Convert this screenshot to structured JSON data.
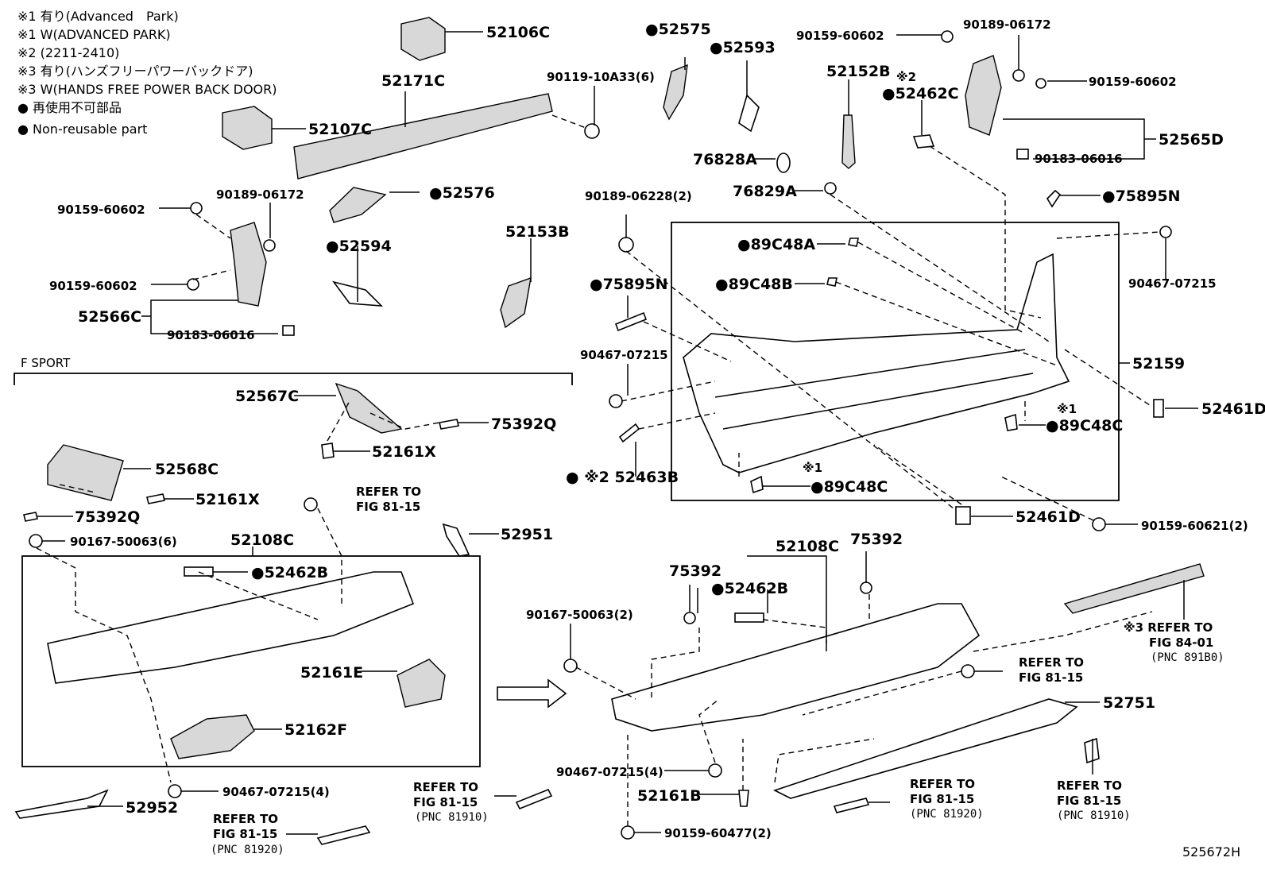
{
  "legend": [
    "※1 有り(Advanced　Park)",
    "※1 W(ADVANCED PARK)",
    "※2 (2211-2410)",
    "※3 有り(ハンズフリーパワーバックドア)",
    "※3 W(HANDS FREE POWER BACK DOOR)",
    "● 再使用不可部品",
    "● Non-reusable part"
  ],
  "section_title": "F SPORT",
  "diagram_id": "525672H",
  "labels": {
    "p52106C": "52106C",
    "p52107C": "52107C",
    "p52171C": "52171C",
    "p90119": "90119-10A33(6)",
    "p52575": "●52575",
    "p52593": "●52593",
    "p90159a": "90159-60602",
    "p90189a": "90189-06172",
    "p90159b": "90159-60602",
    "p52565D": "52565D",
    "p90183a": "90183-06016",
    "p52152B": "52152B",
    "p52462C_note": "※2",
    "p52462C": "●52462C",
    "p76828A": "76828A",
    "p76829A": "76829A",
    "p75895N_a": "●75895N",
    "p90467a": "90467-07215",
    "p90189b": "90189-06228(2)",
    "p89C48A": "●89C48A",
    "p89C48B": "●89C48B",
    "p75895N_b": "●75895N",
    "p90467b": "90467-07215",
    "p52159": "52159",
    "p52461D_a": "52461D",
    "p89C48C_a_note": "※1",
    "p89C48C_a": "●89C48C",
    "p89C48C_b_note": "※1",
    "p89C48C_b": "●89C48C",
    "p52463B": "● ※2 52463B",
    "p52461D_b": "52461D",
    "p90159c": "90159-60621(2)",
    "p90159d": "90159-60602",
    "p90189c": "90189-06172",
    "p52576": "●52576",
    "p52594": "●52594",
    "p52153B": "52153B",
    "p90159e": "90159-60602",
    "p52566C": "52566C",
    "p90183b": "90183-06016",
    "p52567C": "52567C",
    "p75392Q_a": "75392Q",
    "p52161X_a": "52161X",
    "p52568C": "52568C",
    "p52161X_b": "52161X",
    "p75392Q_b": "75392Q",
    "p_ref1_a": "REFER TO",
    "p_ref1_b": "FIG 81-15",
    "p52951": "52951",
    "p90167a": "90167-50063(6)",
    "p52108C_a": "52108C",
    "p52462B_a": "●52462B",
    "p52161E": "52161E",
    "p52162F": "52162F",
    "p90467c": "90467-07215(4)",
    "p52952": "52952",
    "p_ref2_a": "REFER TO",
    "p_ref2_b": "FIG 81-15",
    "p_ref2_c": "(PNC 81920)",
    "p_ref3_a": "REFER TO",
    "p_ref3_b": "FIG 81-15",
    "p_ref3_c": "(PNC 81910)",
    "p52108C_b": "52108C",
    "p75392_a": "75392",
    "p75392_b": "75392",
    "p52462B_b": "●52462B",
    "p90167b": "90167-50063(2)",
    "p_ref4_a": "REFER TO",
    "p_ref4_b": "FIG 81-15",
    "p52751": "52751",
    "p90467d": "90467-07215(4)",
    "p52161B": "52161B",
    "p90159f": "90159-60477(2)",
    "p_ref5_a": "REFER TO",
    "p_ref5_b": "FIG 81-15",
    "p_ref5_c": "(PNC 81920)",
    "p_ref6_a": "REFER TO",
    "p_ref6_b": "FIG 81-15",
    "p_ref6_c": "(PNC 81910)",
    "p_ref7_a": "※3 REFER TO",
    "p_ref7_b": "FIG 84-01",
    "p_ref7_c": "(PNC 891B0)"
  }
}
